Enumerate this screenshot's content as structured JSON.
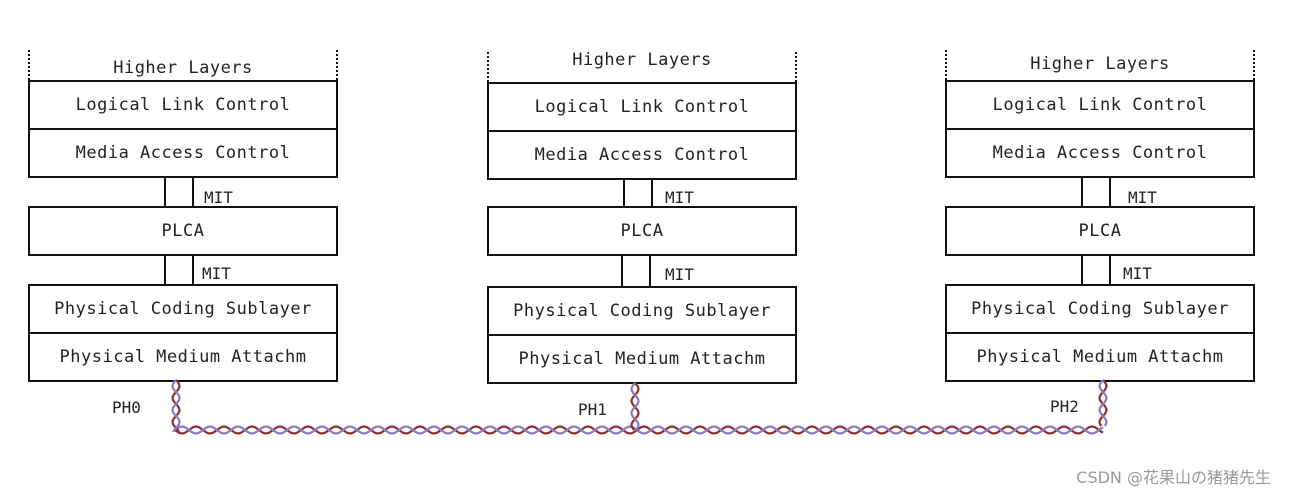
{
  "stacks": [
    {
      "higher": "Higher Layers",
      "llc": "Logical Link Control",
      "mac": "Media Access Control",
      "mit1": "MIT",
      "plca": "PLCA",
      "mit2": "MIT",
      "pcs": "Physical Coding Sublayer",
      "pma": "Physical Medium Attachm",
      "phy": "PH0"
    },
    {
      "higher": "Higher Layers",
      "llc": "Logical Link Control",
      "mac": "Media Access Control",
      "mit1": "MIT",
      "plca": "PLCA",
      "mit2": "MIT",
      "pcs": "Physical Coding Sublayer",
      "pma": "Physical Medium Attachm",
      "phy": "PH1"
    },
    {
      "higher": "Higher Layers",
      "llc": "Logical Link Control",
      "mac": "Media Access Control",
      "mit1": "MIT",
      "plca": "PLCA",
      "mit2": "MIT",
      "pcs": "Physical Coding Sublayer",
      "pma": "Physical Medium Attachm",
      "phy": "PH2"
    }
  ],
  "cable": {
    "color_a": "#8e2f2f",
    "color_b": "#8a78c0"
  },
  "watermark": "CSDN @花果山の猪猪先生"
}
